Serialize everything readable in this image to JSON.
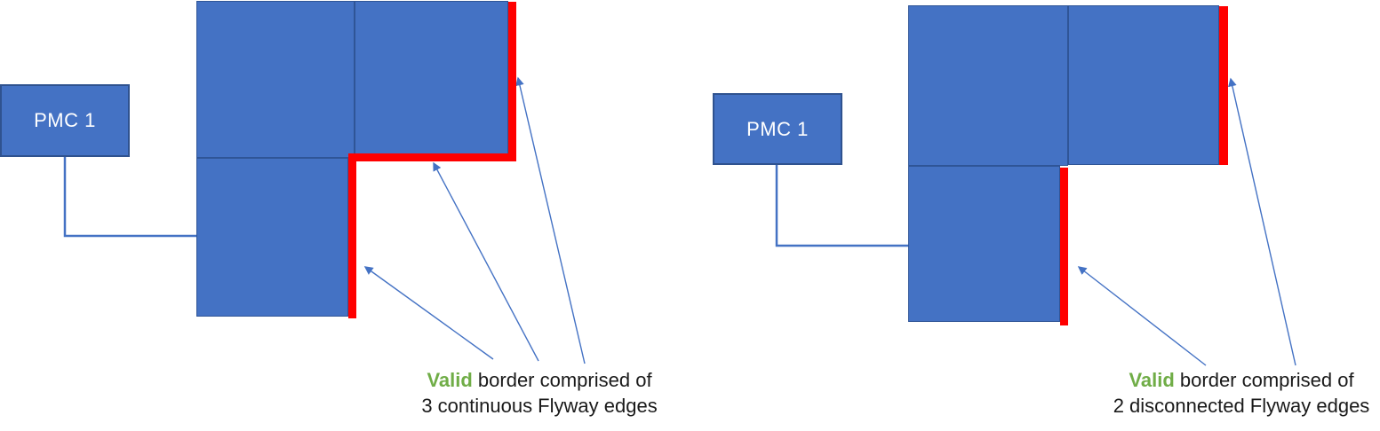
{
  "left_diagram": {
    "pmc_label": "PMC 1",
    "caption": {
      "highlight": "Valid",
      "line1_rest": " border comprised of",
      "line2": "3 continuous Flyway edges"
    },
    "flyway_cell_count": 3,
    "red_edge_count": 3,
    "red_edges_continuous": true
  },
  "right_diagram": {
    "pmc_label": "PMC 1",
    "caption": {
      "highlight": "Valid",
      "line1_rest": " border comprised of",
      "line2": "2 disconnected Flyway edges"
    },
    "flyway_cell_count": 3,
    "red_edge_count": 2,
    "red_edges_continuous": false
  },
  "colors": {
    "cell_fill": "#4472C4",
    "cell_border": "#2F5597",
    "pmc_border": "#2F528F",
    "valid_border_red": "#FF0000",
    "valid_word_green": "#70AD47",
    "arrow_blue": "#4472C4",
    "caption_text": "#1a1a1a",
    "pmc_text": "#ffffff"
  }
}
